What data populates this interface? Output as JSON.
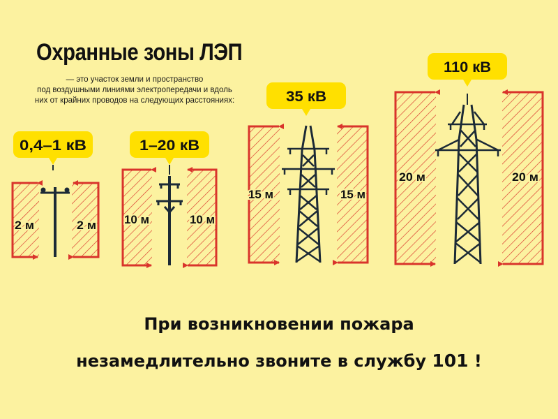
{
  "title": "Охранные зоны ЛЭП",
  "subtitle": {
    "line1": "— это участок земли и пространство",
    "line2": "под воздушными линиями электропередачи и вдоль",
    "line3": "них от крайних проводов на следующих расстояниях:"
  },
  "zones": [
    {
      "voltage": "0,4–1 кВ",
      "distance": "2 м"
    },
    {
      "voltage": "1–20 кВ",
      "distance": "10 м"
    },
    {
      "voltage": "35 кВ",
      "distance": "15 м"
    },
    {
      "voltage": "110 кВ",
      "distance": "20 м"
    }
  ],
  "footer": {
    "line1": "При возникновении пожара",
    "line2": "незамедлительно звоните в службу",
    "number": "101",
    "exclamation": "!"
  },
  "colors": {
    "background": "#fcf2a0",
    "label_yellow": "#ffe000",
    "zone_red": "#d9342b",
    "tower": "#1c2a36"
  }
}
